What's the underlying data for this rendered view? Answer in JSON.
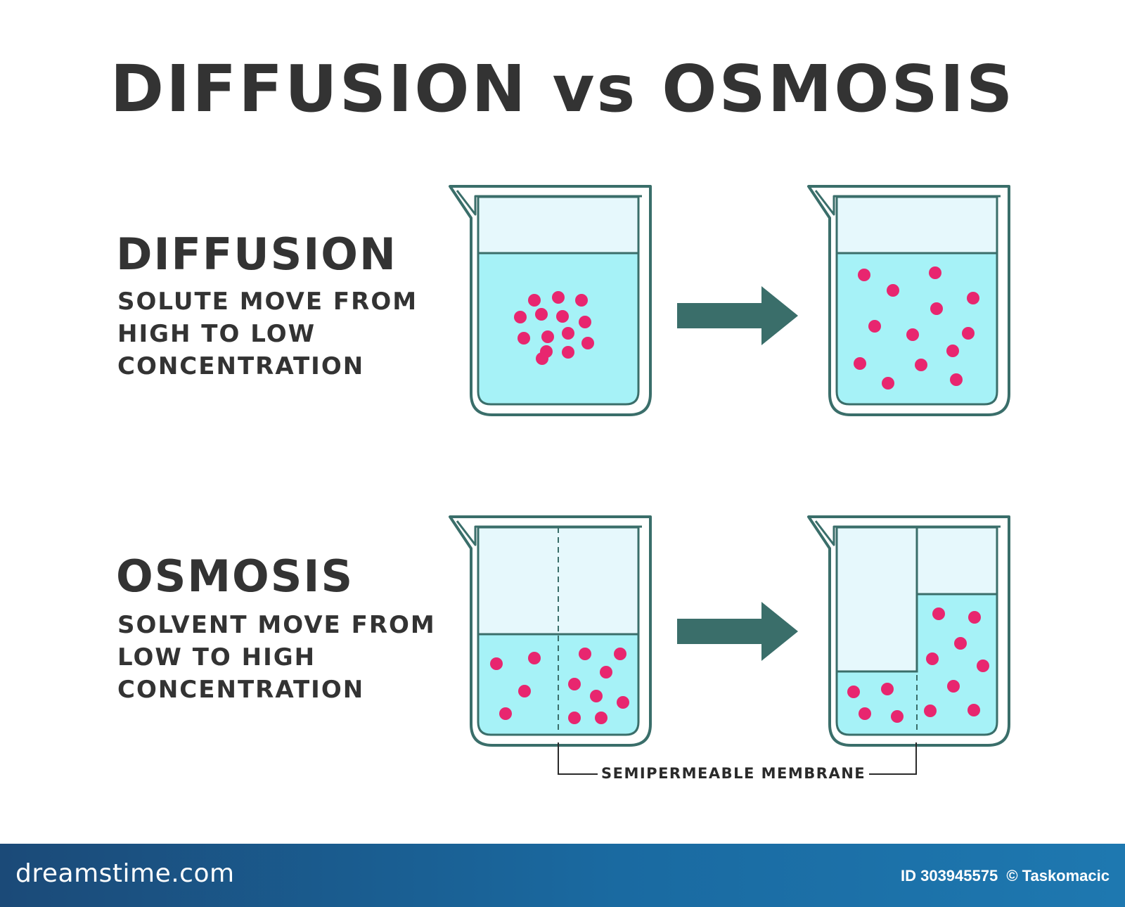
{
  "title": "DIFFUSION vs OSMOSIS",
  "diffusion": {
    "heading": "DIFFUSION",
    "description": [
      "SOLUTE MOVE FROM",
      "HIGH TO LOW",
      "CONCENTRATION"
    ]
  },
  "osmosis": {
    "heading": "OSMOSIS",
    "description": [
      "SOLVENT MOVE FROM",
      "LOW TO HIGH",
      "CONCENTRATION"
    ]
  },
  "membrane_label": "SEMIPERMEABLE MEMBRANE",
  "colors": {
    "outline": "#3a6e6a",
    "liquid": "#a6f2f7",
    "empty": "#e6f8fc",
    "particle": "#e8266f",
    "arrow": "#3a6e6a",
    "text": "#333333"
  },
  "footer": {
    "brand": "dreamstime.com",
    "id_label": "ID 303945575",
    "copyright": "© Taskomacic"
  }
}
